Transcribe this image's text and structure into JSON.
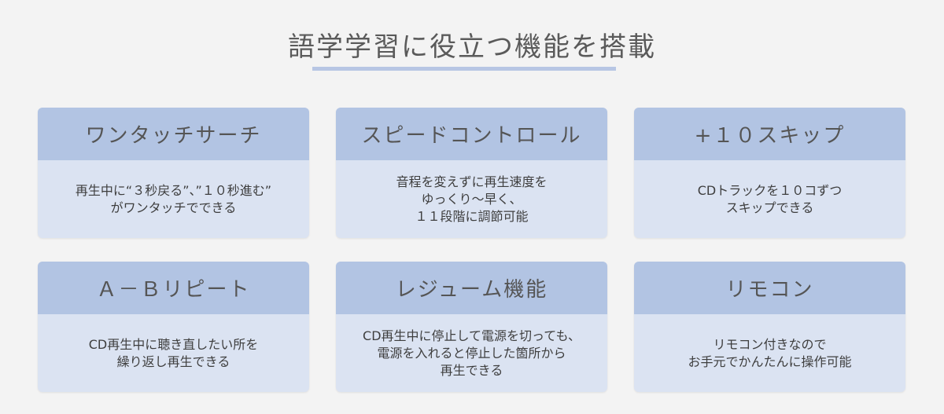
{
  "title": "語学学習に役立つ機能を搭載",
  "features": [
    {
      "heading": "ワンタッチサーチ",
      "description": "再生中に“３秒戻る”、”１０秒進む”\nがワンタッチでできる"
    },
    {
      "heading": "スピードコントロール",
      "description": "音程を変えずに再生速度を\nゆっくり～早く、\n１１段階に調節可能"
    },
    {
      "heading": "+１０スキップ",
      "description": "CDトラックを１０コずつ\nスキップできる"
    },
    {
      "heading": "Ａ－Ｂリピート",
      "description": "CD再生中に聴き直したい所を\n繰り返し再生できる"
    },
    {
      "heading": "レジューム機能",
      "description": "CD再生中に停止して電源を切っても、\n電源を入れると停止した箇所から\n再生できる"
    },
    {
      "heading": "リモコン",
      "description": "リモコン付きなので\nお手元でかんたんに操作可能"
    }
  ]
}
